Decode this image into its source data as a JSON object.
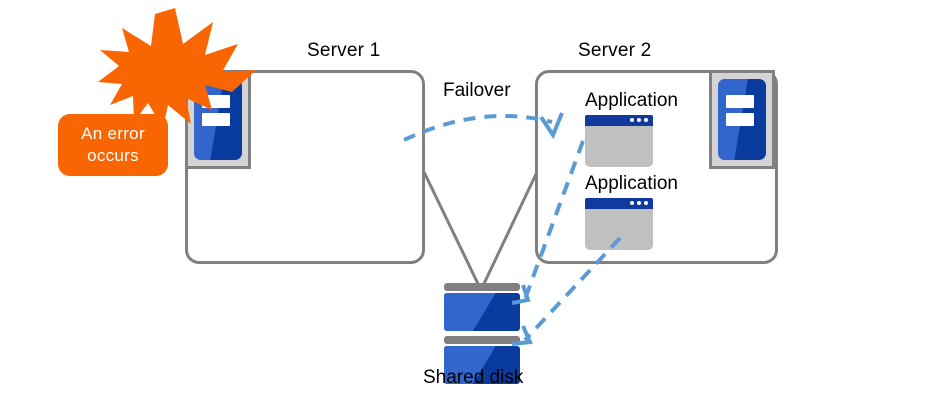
{
  "diagram": {
    "title_server1": "Server 1",
    "title_server2": "Server 2",
    "failover_label": "Failover",
    "shared_disk_label": "Shared disk",
    "error_text": "An error occurs",
    "applications": [
      {
        "label": "Application"
      },
      {
        "label": "Application"
      }
    ],
    "icons": {
      "server_machine": "server-icon",
      "application_window": "application-window-icon",
      "disk": "disk-icon",
      "burst": "error-burst-icon",
      "failover_arrow": "dashed-curved-arrow-icon",
      "access_arrow": "dashed-arrow-icon"
    },
    "colors": {
      "box_border": "#808080",
      "server_blue_light": "#3366cc",
      "server_blue_dark": "#0a3b9e",
      "app_titlebar": "#103a9e",
      "app_body": "#c0c0c0",
      "error_orange": "#f96500",
      "arrow_blue": "#5b9bd5",
      "background": "#ffffff",
      "text": "#000000"
    }
  }
}
